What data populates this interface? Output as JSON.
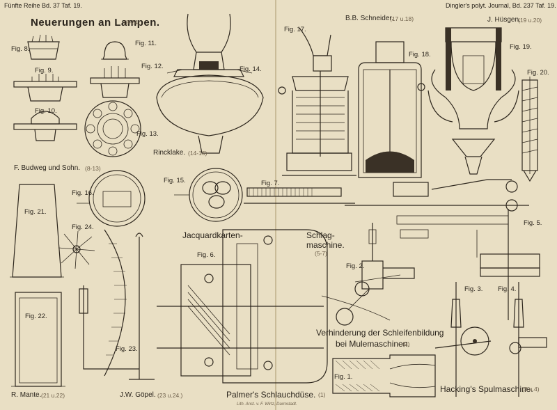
{
  "header": {
    "left": "Fünfte Reihe Bd. 37 Taf. 19.",
    "right": "Dingler's polyt. Journal, Bd. 237 Taf. 19."
  },
  "titles": {
    "lamps": "Neuerungen an Lampen.",
    "lamps_ref": "(8-24)",
    "jacquard": "Jacquardkarten-",
    "schlag1": "Schlag-",
    "schlag2": "maschine.",
    "schlag_ref": "(5-7)",
    "verh1": "Verhinderung der Schleifenbildung",
    "verh2": "bei Mulemaschinen.",
    "verh_ref": "(2)",
    "palmer": "Palmer's Schlauchdüse.",
    "palmer_ref": "(1)",
    "hacking": "Hacking's Spulmaschine.",
    "hacking_ref": "(3 u.4)"
  },
  "names": {
    "schneider": "B.B. Schneider.",
    "schneider_ref": "(17 u.18)",
    "husgen": "J. Hüsgen.",
    "husgen_ref": "(19 u.20)",
    "rincklake": "Rincklake.",
    "rincklake_ref": "(14-16)",
    "budweg": "F. Budweg und Sohn.",
    "budweg_ref": "(8-13)",
    "mante": "R. Mante.",
    "mante_ref": "(21 u.22)",
    "gopel": "J.W. Göpel.",
    "gopel_ref": "(23 u.24.)"
  },
  "figures": {
    "f1": "Fig. 1.",
    "f2": "Fig. 2.",
    "f3": "Fig. 3.",
    "f4": "Fig. 4.",
    "f5": "Fig. 5.",
    "f6": "Fig. 6.",
    "f7": "Fig. 7.",
    "f8": "Fig. 8.",
    "f9": "Fig. 9.",
    "f10": "Fig. 10.",
    "f11": "Fig. 11.",
    "f12": "Fig. 12.",
    "f13": "Fig. 13.",
    "f14": "Fig. 14.",
    "f15": "Fig. 15.",
    "f16": "Fig. 16.",
    "f17": "Fig. 17.",
    "f18": "Fig. 18.",
    "f19": "Fig. 19.",
    "f20": "Fig. 20.",
    "f21": "Fig. 21.",
    "f22": "Fig. 22.",
    "f23": "Fig. 23.",
    "f24": "Fig. 24."
  },
  "footer": {
    "imprint": "Lith. Anst. v. F. Wirtz, Darmstadt."
  }
}
